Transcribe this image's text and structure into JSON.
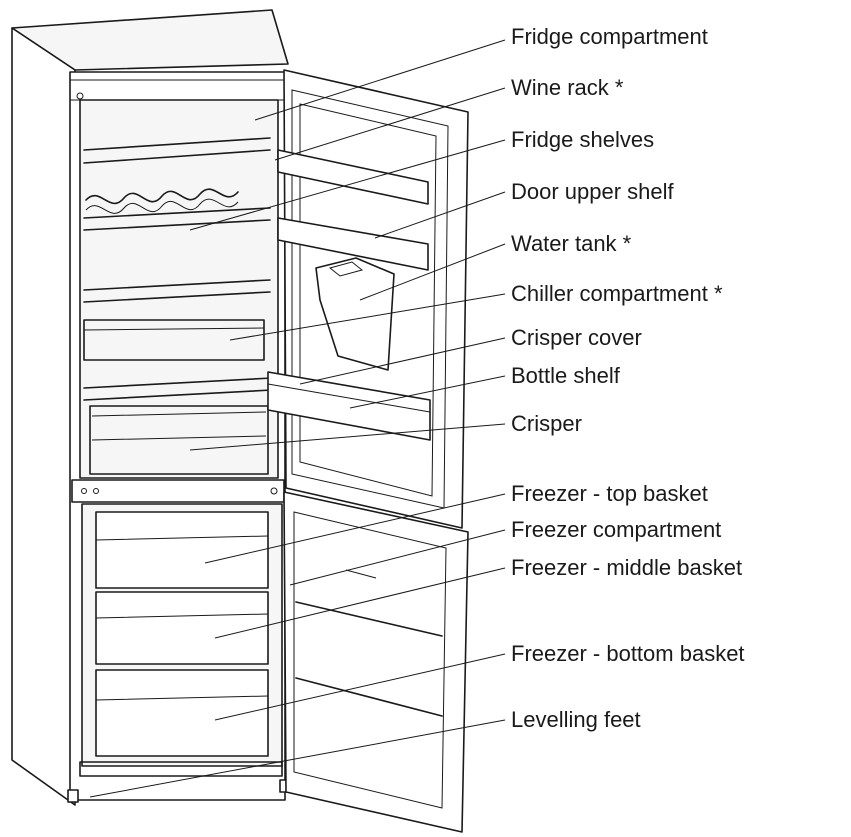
{
  "labels": [
    "Fridge compartment",
    "Wine rack *",
    "Fridge shelves",
    "Door upper shelf",
    "Water tank *",
    "Chiller compartment *",
    "Crisper cover",
    "Bottle shelf",
    "Crisper",
    "Freezer - top basket",
    "Freezer compartment",
    "Freezer - middle basket",
    "Freezer - bottom basket",
    "Levelling feet"
  ],
  "colors": {
    "line": "#1a1a1a",
    "background": "#ffffff"
  }
}
